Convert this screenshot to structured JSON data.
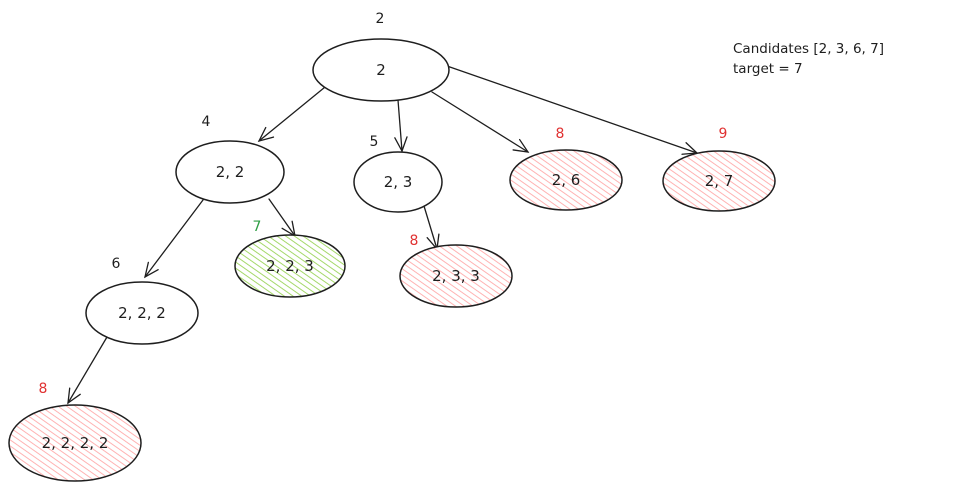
{
  "note": {
    "line1": "Candidates [2, 3, 6, 7]",
    "line2": "target = 7"
  },
  "colors": {
    "stroke": "#1e1e1e",
    "valid_fill": "#a5d86a",
    "valid_text": "#2f9e44",
    "invalid_fill": "#ffb3b3",
    "invalid_text": "#e03131",
    "neutral_text": "#1e1e1e"
  },
  "nodes": [
    {
      "id": "n_2",
      "label": "2",
      "sum": "2",
      "status": "neutral"
    },
    {
      "id": "n_22",
      "label": "2, 2",
      "sum": "4",
      "status": "neutral"
    },
    {
      "id": "n_23",
      "label": "2, 3",
      "sum": "5",
      "status": "neutral"
    },
    {
      "id": "n_26",
      "label": "2, 6",
      "sum": "8",
      "status": "invalid"
    },
    {
      "id": "n_27",
      "label": "2, 7",
      "sum": "9",
      "status": "invalid"
    },
    {
      "id": "n_222",
      "label": "2, 2, 2",
      "sum": "6",
      "status": "neutral"
    },
    {
      "id": "n_223",
      "label": "2, 2, 3",
      "sum": "7",
      "status": "valid"
    },
    {
      "id": "n_233",
      "label": "2, 3, 3",
      "sum": "8",
      "status": "invalid"
    },
    {
      "id": "n_2222",
      "label": "2, 2, 2, 2",
      "sum": "8",
      "status": "invalid"
    }
  ],
  "edges": [
    {
      "from": "n_2",
      "to": "n_22"
    },
    {
      "from": "n_2",
      "to": "n_23"
    },
    {
      "from": "n_2",
      "to": "n_26"
    },
    {
      "from": "n_2",
      "to": "n_27"
    },
    {
      "from": "n_22",
      "to": "n_222"
    },
    {
      "from": "n_22",
      "to": "n_223"
    },
    {
      "from": "n_23",
      "to": "n_233"
    },
    {
      "from": "n_222",
      "to": "n_2222"
    }
  ]
}
